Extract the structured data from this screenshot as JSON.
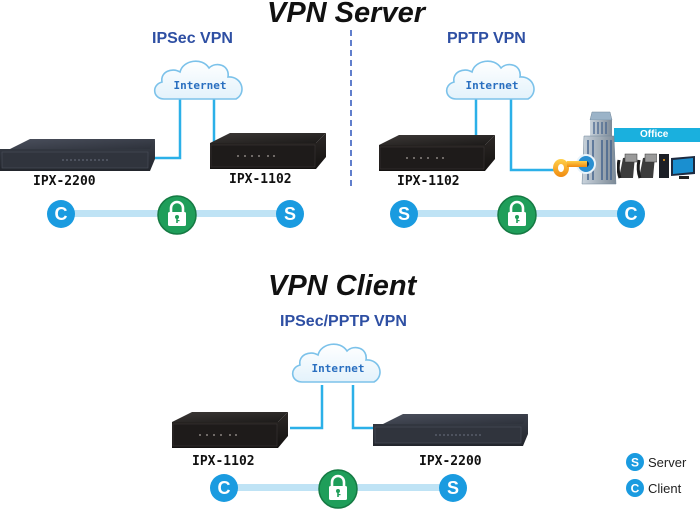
{
  "titles": {
    "server": "VPN Server",
    "client": "VPN Client"
  },
  "sections": {
    "ipsec": {
      "subtitle": "IPSec VPN",
      "cloud_label": "Internet",
      "left_device": "IPX-2200",
      "right_device": "IPX-1102",
      "left_badge": "C",
      "right_badge": "S"
    },
    "pptp": {
      "subtitle": "PPTP VPN",
      "cloud_label": "Internet",
      "left_device": "IPX-1102",
      "office_label": "Office",
      "left_badge": "S",
      "right_badge": "C"
    },
    "client": {
      "subtitle": "IPSec/PPTP VPN",
      "cloud_label": "Internet",
      "left_device": "IPX-1102",
      "right_device": "IPX-2200",
      "left_badge": "C",
      "right_badge": "S"
    }
  },
  "legend": [
    {
      "badge": "S",
      "label": "Server"
    },
    {
      "badge": "C",
      "label": "Client"
    }
  ],
  "colors": {
    "badge_blue": "#1a9be0",
    "lock_green": "#1f9e5a",
    "link_line": "#bfe3f5",
    "cable": "#2bb0e8",
    "subtitle_blue": "#2e4fa3",
    "divider": "#3a5fbf",
    "office_bar": "#1ab0de"
  }
}
